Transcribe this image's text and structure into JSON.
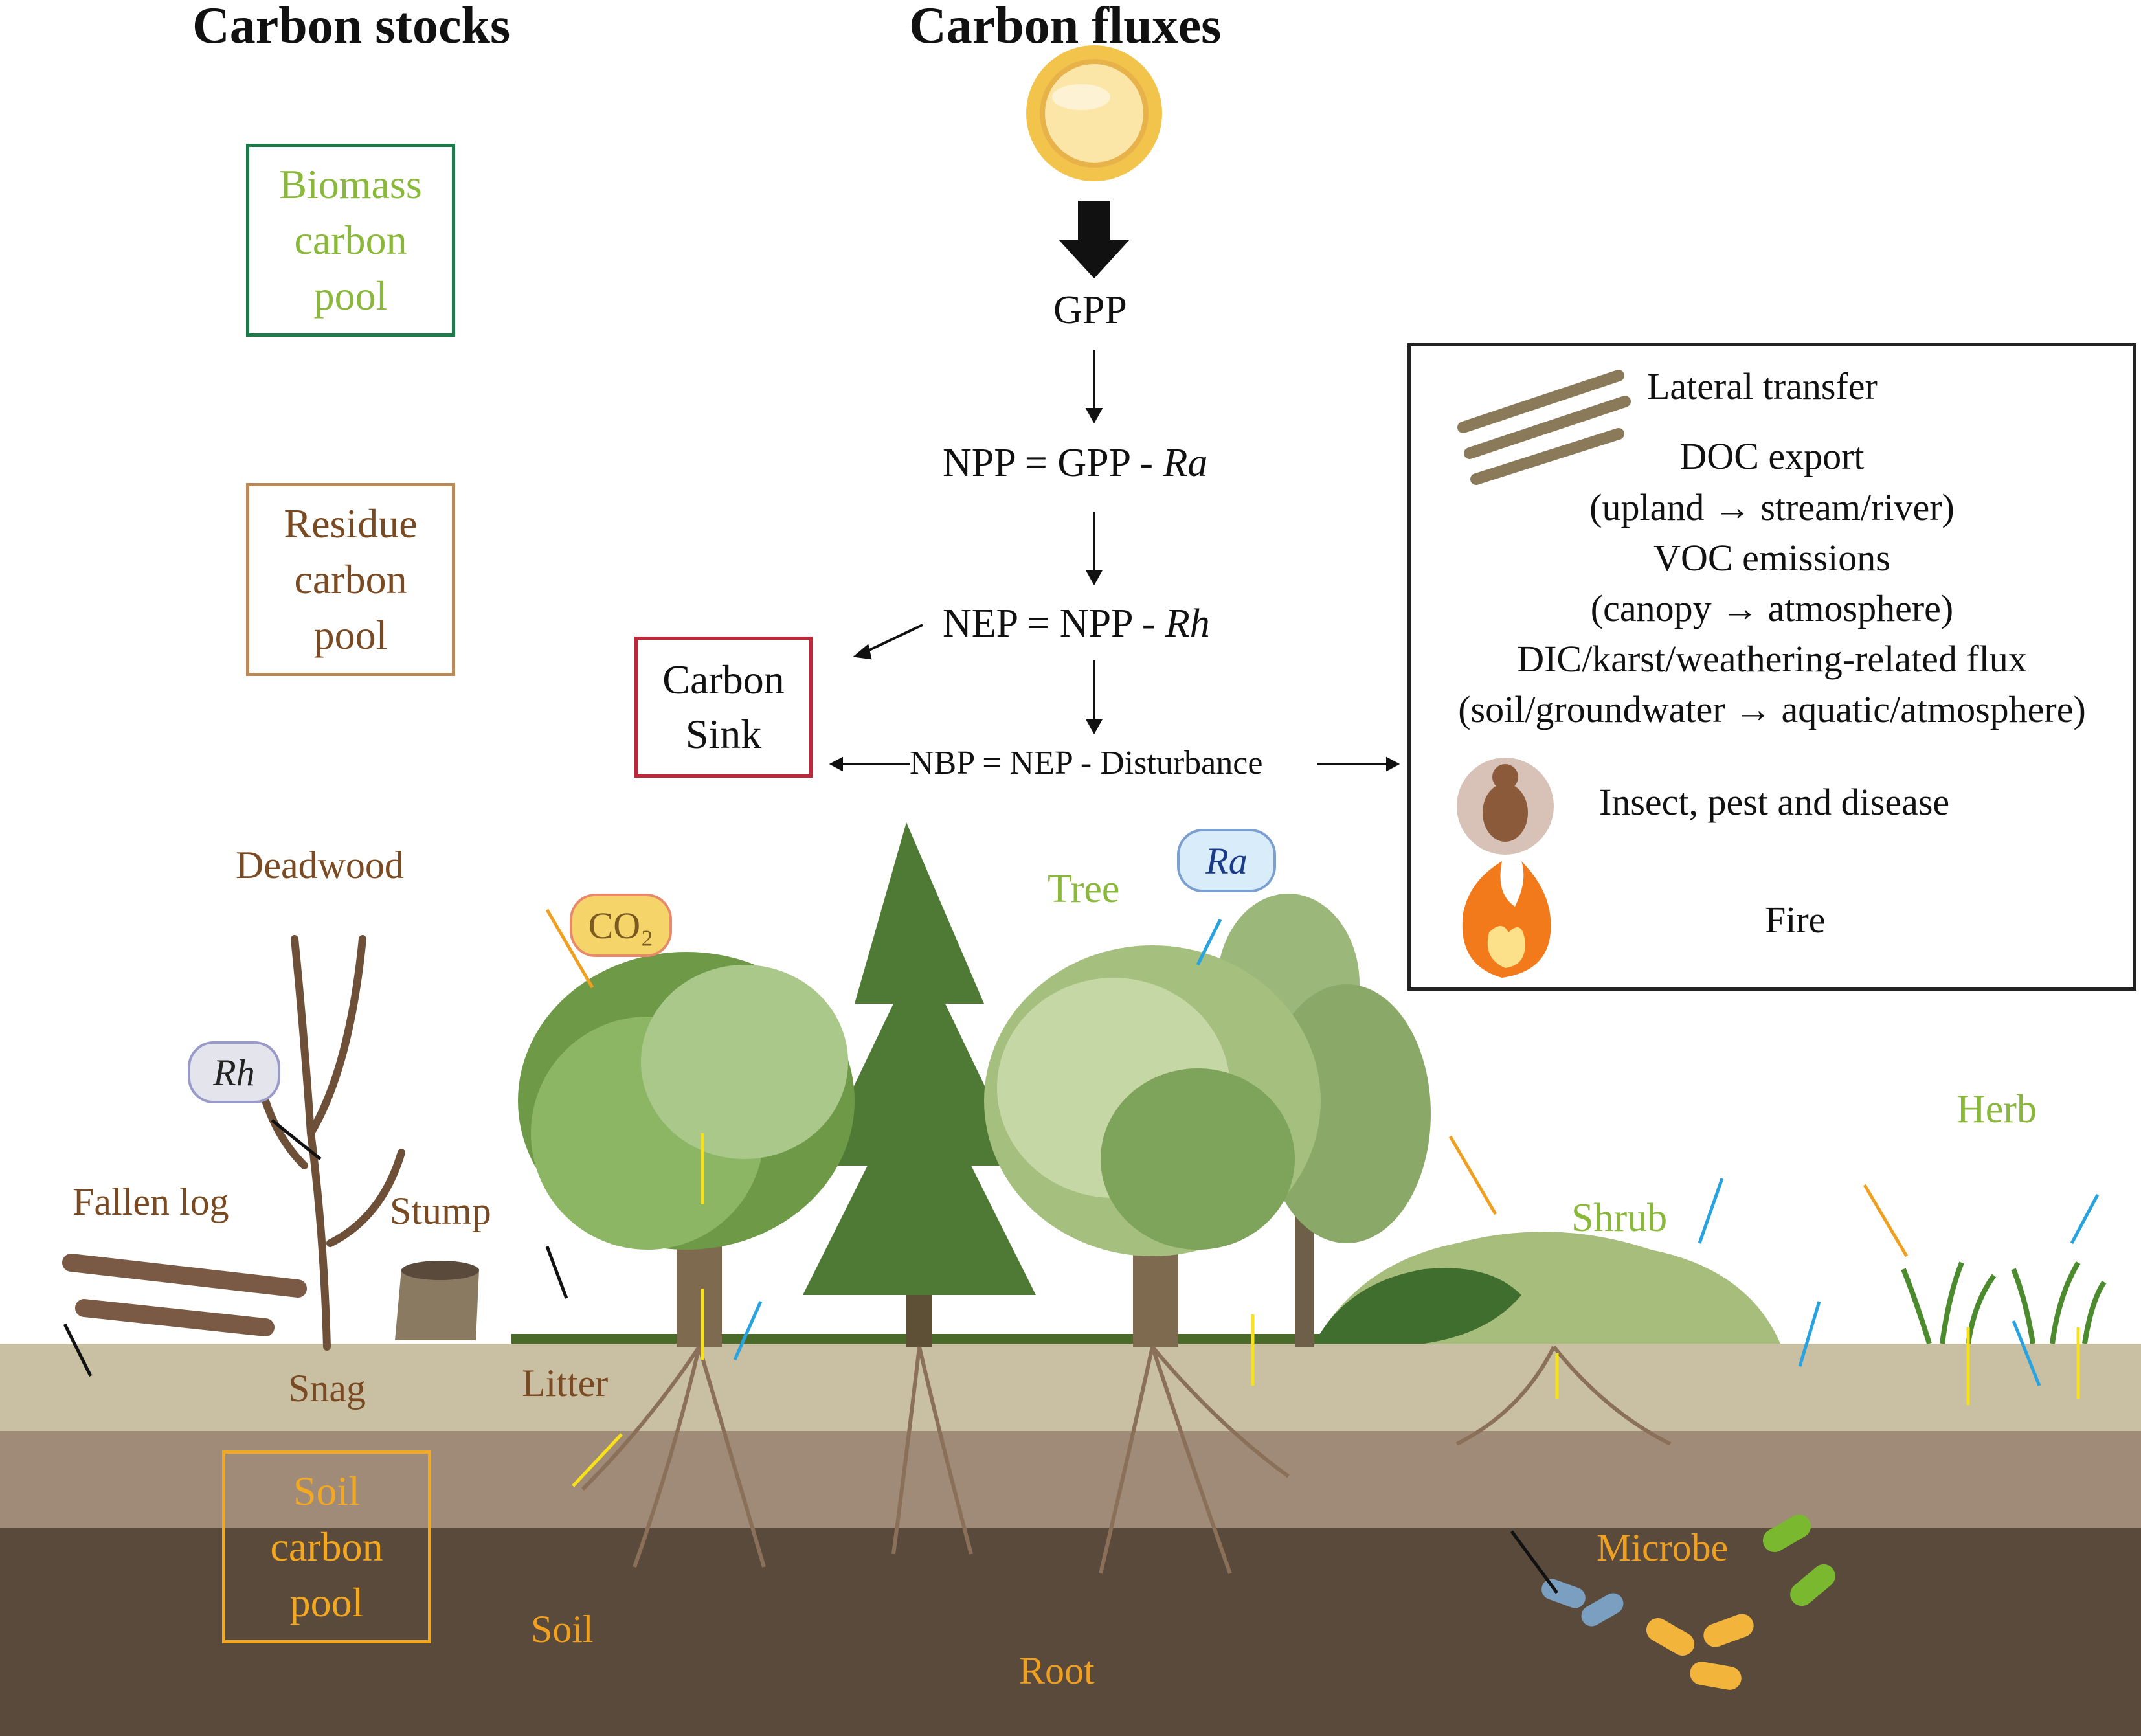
{
  "headings": {
    "stocks": "Carbon stocks",
    "fluxes": "Carbon fluxes"
  },
  "pools": {
    "biomass": "Biomass\ncarbon\npool",
    "residue": "Residue\ncarbon\npool",
    "soil": "Soil\ncarbon\npool"
  },
  "flux_chain": {
    "gpp": "GPP",
    "npp": "NPP = GPP - ",
    "npp_var": "Ra",
    "nep": "NEP = NPP - ",
    "nep_var": "Rh",
    "nbp": "NBP = NEP - Disturbance",
    "sink": "Carbon\nSink"
  },
  "legend": {
    "lateral_title": "Lateral transfer",
    "doc": "DOC export",
    "doc_path": "(upland → stream/river)",
    "voc": "VOC emissions",
    "voc_path": "(canopy → atmosphere)",
    "dic": "DIC/karst/weathering-related flux",
    "dic_path": "(soil/groundwater → aquatic/atmosphere)",
    "insect": "Insect, pest and disease",
    "fire": "Fire"
  },
  "scene_labels": {
    "deadwood": "Deadwood",
    "fallen_log": "Fallen log",
    "stump": "Stump",
    "snag": "Snag",
    "litter": "Litter",
    "soil": "Soil",
    "root": "Root",
    "microbe": "Microbe",
    "tree": "Tree",
    "shrub": "Shrub",
    "herb": "Herb",
    "co2": "CO₂",
    "ra": "Ra",
    "rh": "Rh"
  },
  "colors": {
    "biomass_border": "#1f7a4a",
    "biomass_text": "#8ab83a",
    "residue_border": "#b8895a",
    "residue_text": "#7a4a22",
    "soil_border": "#f2a820",
    "soil_text": "#f2a820",
    "sink_border": "#c0283a",
    "soil_top": "#c9c0a4",
    "soil_mid": "#a08a78",
    "soil_deep": "#5a4a3c",
    "arrow_blue": "#29a3e0",
    "arrow_yellow": "#f7e11a",
    "arrow_orange": "#f0a020"
  }
}
